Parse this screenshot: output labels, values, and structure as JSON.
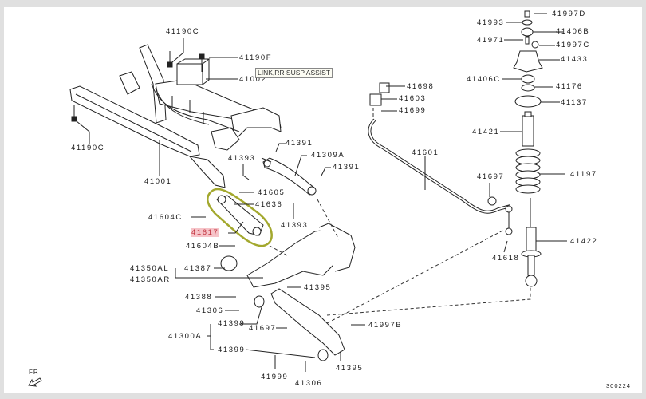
{
  "diagram": {
    "title": "Rear Suspension",
    "tooltip": "LINK,RR SUSP ASSIST",
    "drawing_code": "300224",
    "orientation_label": "FR",
    "highlight_color": "#f6c3c8",
    "selection_outline_color": "#9aa02a",
    "parts": [
      {
        "id": "p41190c_top",
        "label": "41190C"
      },
      {
        "id": "p41190f",
        "label": "41190F"
      },
      {
        "id": "p41002",
        "label": "41002"
      },
      {
        "id": "p41190c_left",
        "label": "41190C"
      },
      {
        "id": "p41001",
        "label": "41001"
      },
      {
        "id": "p41391_a",
        "label": "41391"
      },
      {
        "id": "p41393_a",
        "label": "41393"
      },
      {
        "id": "p41309a",
        "label": "41309A"
      },
      {
        "id": "p41391_b",
        "label": "41391"
      },
      {
        "id": "p41605",
        "label": "41605"
      },
      {
        "id": "p41636",
        "label": "41636"
      },
      {
        "id": "p41604c",
        "label": "41604C"
      },
      {
        "id": "p41617",
        "label": "41617",
        "selected": true
      },
      {
        "id": "p41604b",
        "label": "41604B"
      },
      {
        "id": "p41393_b",
        "label": "41393"
      },
      {
        "id": "p41350al",
        "label": "41350AL"
      },
      {
        "id": "p41350ar",
        "label": "41350AR"
      },
      {
        "id": "p41387",
        "label": "41387"
      },
      {
        "id": "p41395_a",
        "label": "41395"
      },
      {
        "id": "p41388",
        "label": "41388"
      },
      {
        "id": "p41306_a",
        "label": "41306"
      },
      {
        "id": "p41399_a",
        "label": "41399"
      },
      {
        "id": "p41697_a",
        "label": "41697"
      },
      {
        "id": "p41997b",
        "label": "41997B"
      },
      {
        "id": "p41300a",
        "label": "41300A"
      },
      {
        "id": "p41399_b",
        "label": "41399"
      },
      {
        "id": "p41999",
        "label": "41999"
      },
      {
        "id": "p41306_b",
        "label": "41306"
      },
      {
        "id": "p41395_b",
        "label": "41395"
      },
      {
        "id": "p41698",
        "label": "41698"
      },
      {
        "id": "p41603",
        "label": "41603"
      },
      {
        "id": "p41699",
        "label": "41699"
      },
      {
        "id": "p41601",
        "label": "41601"
      },
      {
        "id": "p41697_b",
        "label": "41697"
      },
      {
        "id": "p41618",
        "label": "41618"
      },
      {
        "id": "p41997d",
        "label": "41997D"
      },
      {
        "id": "p41993",
        "label": "41993"
      },
      {
        "id": "p41406b",
        "label": "41406B"
      },
      {
        "id": "p41971",
        "label": "41971"
      },
      {
        "id": "p41997c",
        "label": "41997C"
      },
      {
        "id": "p41433",
        "label": "41433"
      },
      {
        "id": "p41406c",
        "label": "41406C"
      },
      {
        "id": "p41176",
        "label": "41176"
      },
      {
        "id": "p41137",
        "label": "41137"
      },
      {
        "id": "p41421",
        "label": "41421"
      },
      {
        "id": "p41197",
        "label": "41197"
      },
      {
        "id": "p41422",
        "label": "41422"
      }
    ]
  }
}
